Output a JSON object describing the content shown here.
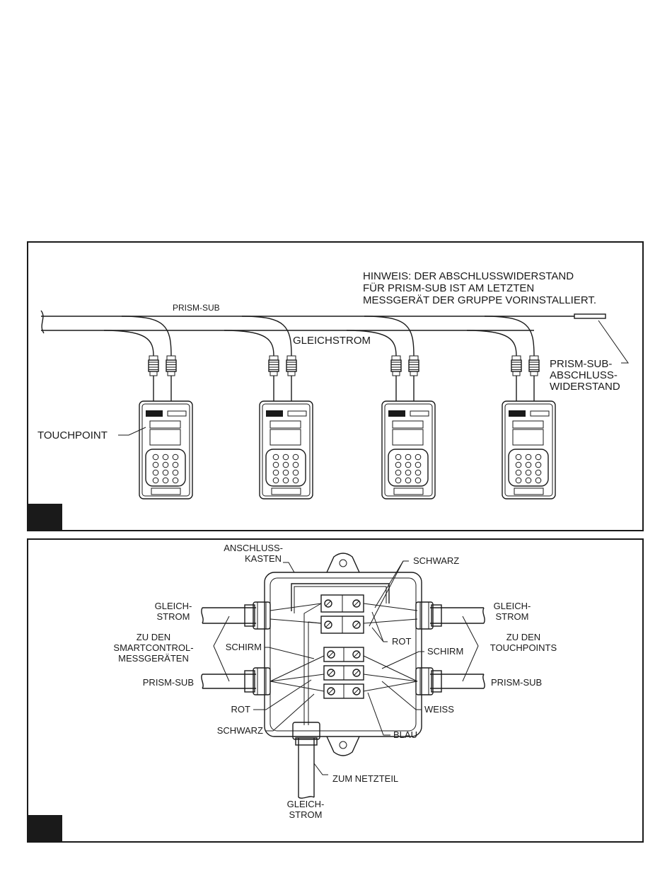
{
  "panel1": {
    "note_lines": [
      "HINWEIS: DER ABSCHLUSSWIDERSTAND",
      "FÜR PRISM-SUB IST AM LETZTEN",
      "MESSGERÄT DER GRUPPE VORINSTALLIERT."
    ],
    "prism_sub_label": "PRISM-SUB",
    "gleichstrom_label": "GLEICHSTROM",
    "terminator_lines": [
      "PRISM-SUB-",
      "ABSCHLUSS-",
      "WIDERSTAND"
    ],
    "touchpoint_label": "TOUCHPOINT"
  },
  "panel2": {
    "anschlusskasten": [
      "ANSCHLUSS-",
      "KASTEN"
    ],
    "schwarz_top": "SCHWARZ",
    "rot_right": "ROT",
    "schirm_left": "SCHIRM",
    "schirm_right": "SCHIRM",
    "weiss": "WEISS",
    "blau": "BLAU",
    "rot_left": "ROT",
    "schwarz_bottom": "SCHWARZ",
    "left_gleichstrom": [
      "GLEICH-",
      "STROM"
    ],
    "left_zu_den": [
      "ZU DEN",
      "SMARTCONTROL-",
      "MESSGERÄTEN"
    ],
    "left_prism_sub": "PRISM-SUB",
    "right_gleichstrom": [
      "GLEICH-",
      "STROM"
    ],
    "right_zu_den": [
      "ZU DEN",
      "TOUCHPOINTS"
    ],
    "right_prism_sub": "PRISM-SUB",
    "zum_netzteil": "ZUM NETZTEIL",
    "bottom_gleichstrom": [
      "GLEICH-",
      "STROM"
    ]
  }
}
